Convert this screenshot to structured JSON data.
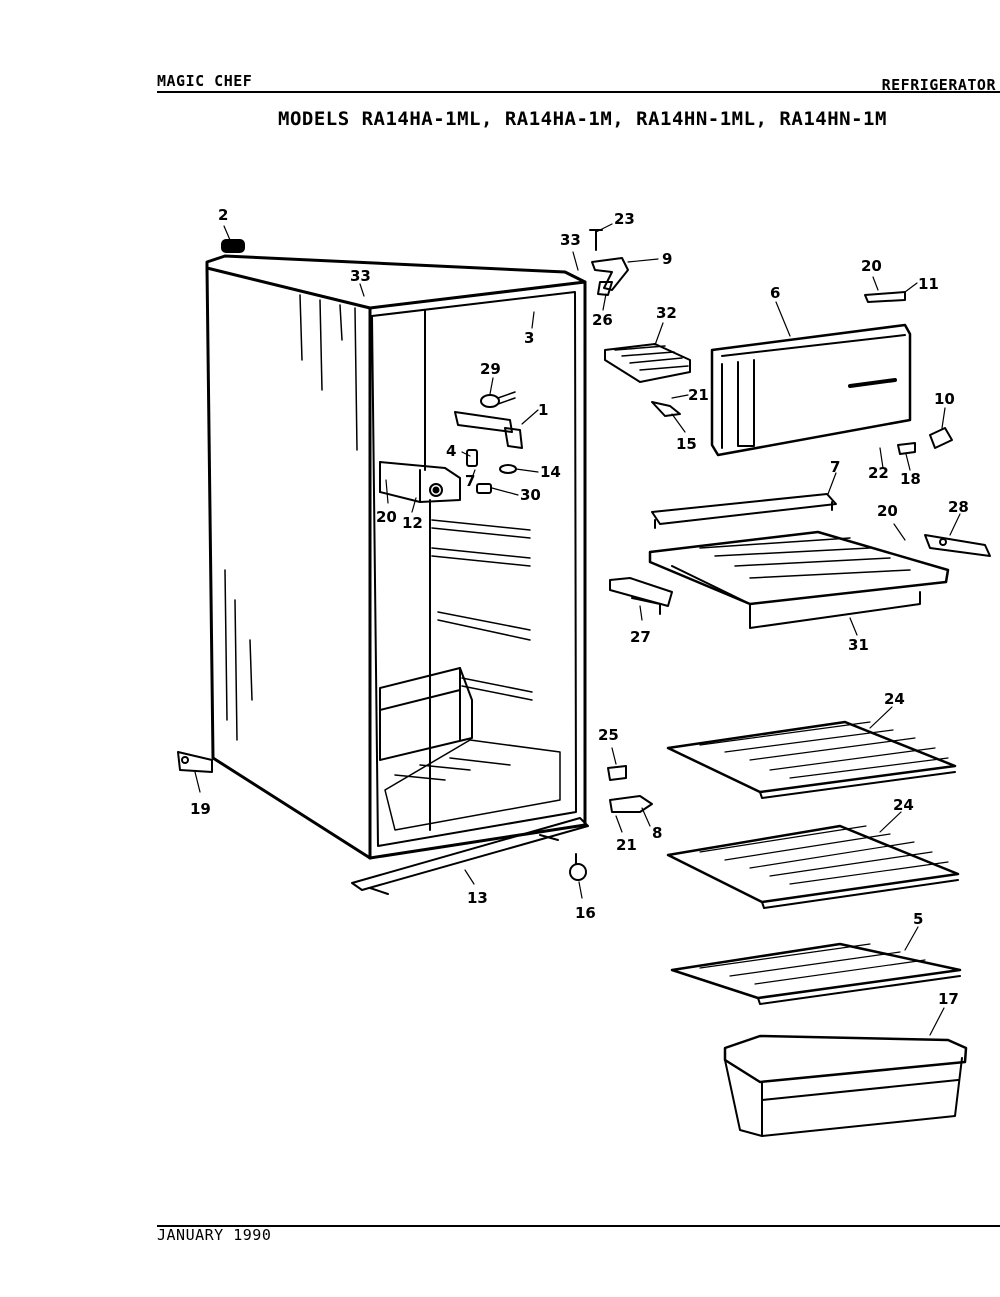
{
  "header": {
    "brand": "MAGIC CHEF",
    "category": "REFRIGERATOR",
    "models": "MODELS RA14HA-1ML, RA14HA-1M, RA14HN-1ML, RA14HN-1M"
  },
  "footer": {
    "date": "JANUARY 1990"
  },
  "parts": {
    "p1": "1",
    "p2": "2",
    "p3": "3",
    "p4": "4",
    "p5": "5",
    "p6": "6",
    "p7": "7",
    "p8": "8",
    "p9": "9",
    "p10": "10",
    "p11": "11",
    "p12": "12",
    "p13": "13",
    "p14": "14",
    "p15": "15",
    "p16": "16",
    "p17": "17",
    "p18": "18",
    "p19": "19",
    "p20a": "20",
    "p20b": "20",
    "p20c": "20",
    "p21a": "21",
    "p21b": "21",
    "p22": "22",
    "p23": "23",
    "p24a": "24",
    "p24b": "24",
    "p25": "25",
    "p26": "26",
    "p27": "27",
    "p28": "28",
    "p29": "29",
    "p30": "30",
    "p31": "31",
    "p32": "32",
    "p33a": "33",
    "p33b": "33"
  }
}
